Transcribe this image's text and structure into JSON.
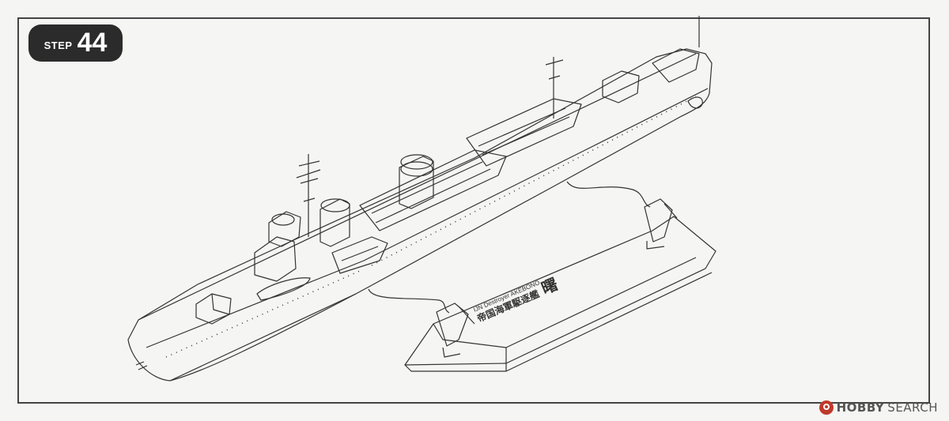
{
  "step": {
    "label": "STEP",
    "number": "44"
  },
  "stand_plate": {
    "line1": "IJN Destroyer AKEBONO",
    "line2": "帝国海軍駆逐艦",
    "line3": "曙"
  },
  "watermark": {
    "brand": "HOBBY",
    "search": "SEARCH",
    "icon": "hobbysearch-logo-icon"
  },
  "colors": {
    "ink": "#333333",
    "paper": "#f5f5f3",
    "badge": "#2b2b2b",
    "logo_red": "#c0392b"
  }
}
